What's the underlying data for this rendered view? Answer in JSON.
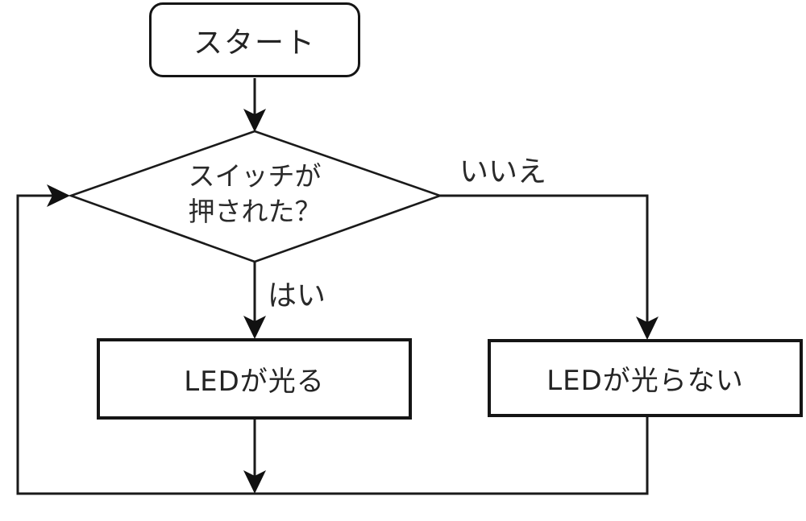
{
  "flowchart": {
    "nodes": {
      "start": {
        "type": "terminator",
        "label": "スタート"
      },
      "decision": {
        "type": "decision",
        "label_line1": "スイッチが",
        "label_line2": "押された？"
      },
      "led_on": {
        "type": "process",
        "label": "LEDが光る"
      },
      "led_off": {
        "type": "process",
        "label": "LEDが光らない"
      }
    },
    "edges": {
      "yes": {
        "label": "はい"
      },
      "no": {
        "label": "いいえ"
      }
    },
    "colors": {
      "line": "#1a1a1a",
      "text": "#2a2a2a",
      "background": "#ffffff"
    }
  }
}
